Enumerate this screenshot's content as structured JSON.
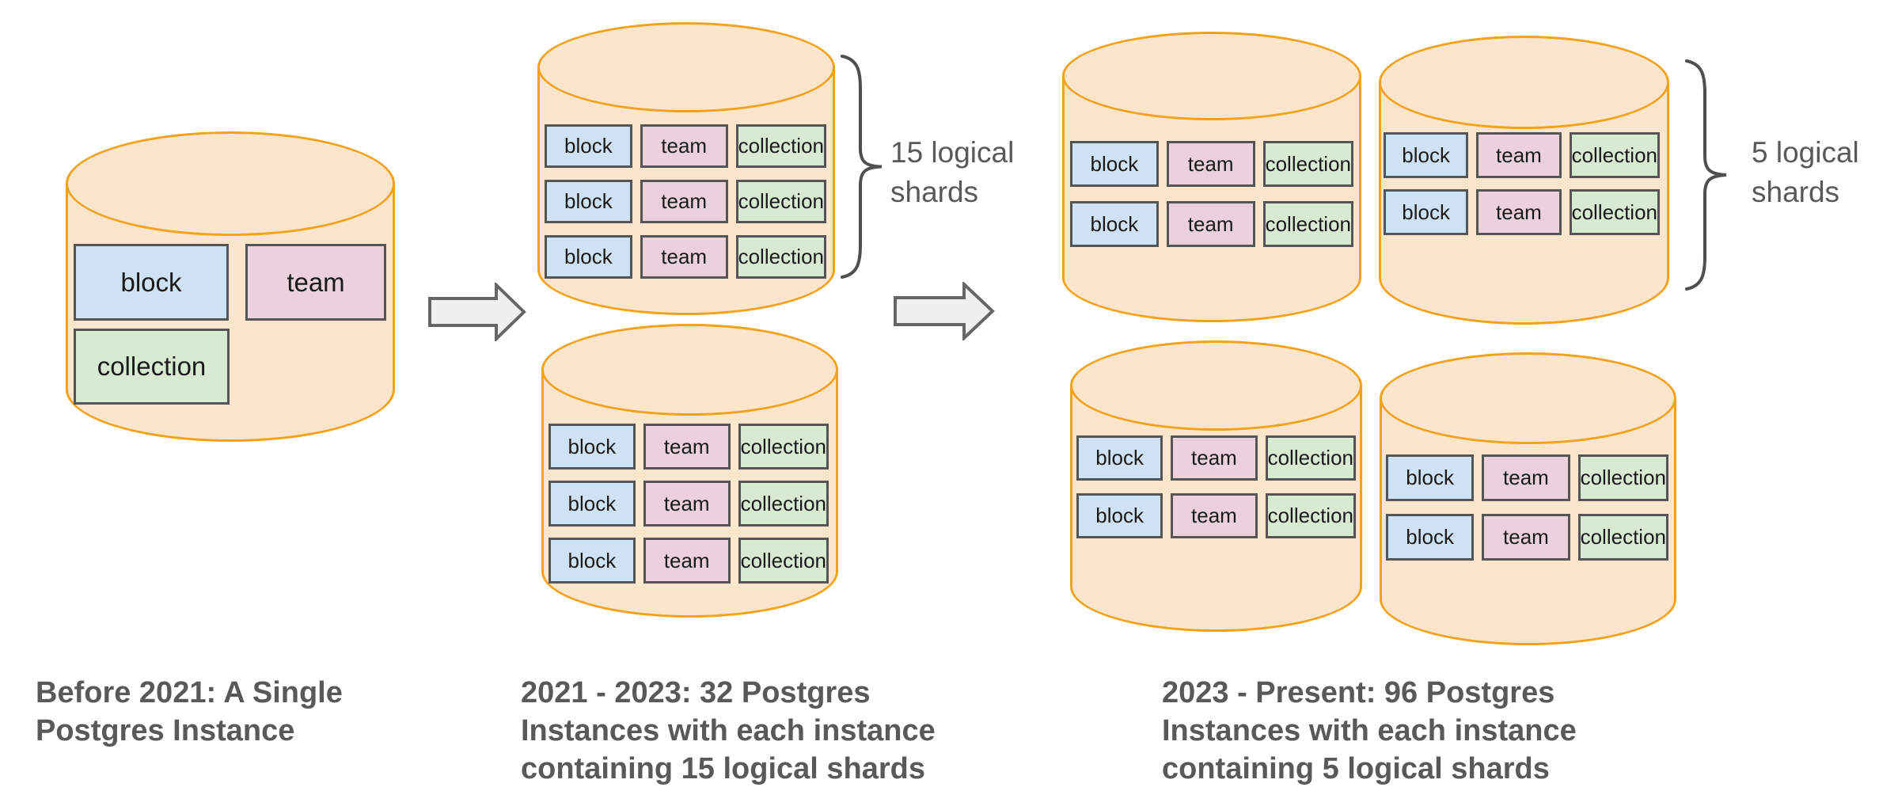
{
  "diagram": {
    "table_labels": [
      "block",
      "team",
      "collection"
    ],
    "stage1": {
      "caption_lines": [
        "Before 2021: A Single",
        "Postgres Instance"
      ]
    },
    "stage2": {
      "caption_lines": [
        "2021 - 2023: 32 Postgres",
        "Instances with each instance",
        "containing 15 logical shards"
      ],
      "shard_label_lines": [
        "15 logical",
        "shards"
      ]
    },
    "stage3": {
      "caption_lines": [
        "2023 - Present: 96 Postgres",
        "Instances with each instance",
        "containing 5 logical shards"
      ],
      "shard_label_lines": [
        "5 logical",
        "shards"
      ]
    },
    "colors": {
      "cylinder_fill": "#FCE5CD",
      "cylinder_stroke": "#F5A21B",
      "block_fill": "#CFE2F3",
      "team_fill": "#EAD1DC",
      "collection_fill": "#D9EAD3",
      "box_border": "#555555",
      "text_gray": "#595959",
      "arrow_fill": "#EFEFEF",
      "arrow_stroke": "#666666",
      "brace_stroke": "#4F4F4F"
    }
  }
}
